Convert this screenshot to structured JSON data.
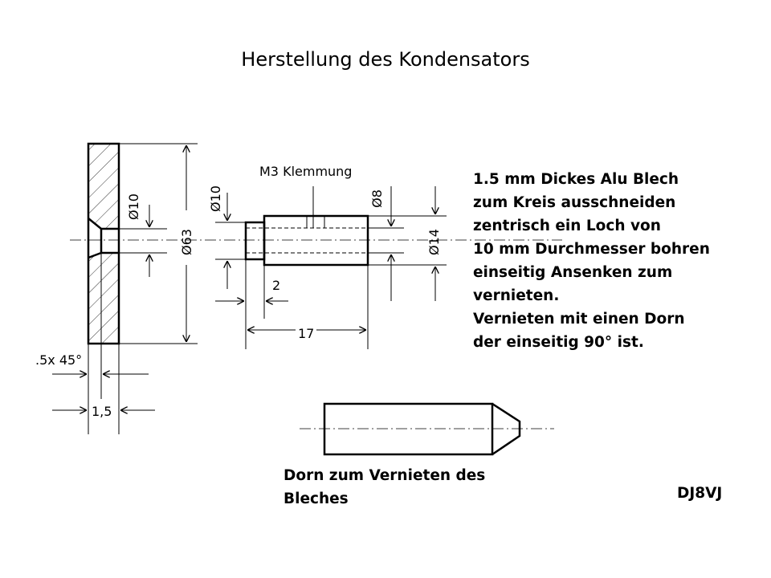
{
  "title": "Herstellung des Kondensators",
  "disk": {
    "hole_dia": "Ø10",
    "outer_dia": "Ø63",
    "chamfer": ".5x 45°",
    "thickness": "1,5"
  },
  "bolt": {
    "clamp_label": "M3 Klemmung",
    "shaft_dia": "Ø10",
    "bore_dia": "Ø8",
    "body_dia": "Ø14",
    "step_len": "2",
    "total_len": "17"
  },
  "notes": [
    "1.5 mm Dickes Alu Blech",
    "zum Kreis ausschneiden",
    "zentrisch ein Loch von",
    "10 mm Durchmesser bohren",
    "einseitig Ansenken zum",
    "vernieten.",
    "Vernieten mit einen Dorn",
    "der einseitig 90° ist."
  ],
  "mandrel_caption": [
    "Dorn zum Vernieten des",
    "Bleches"
  ],
  "signature": "DJ8VJ"
}
